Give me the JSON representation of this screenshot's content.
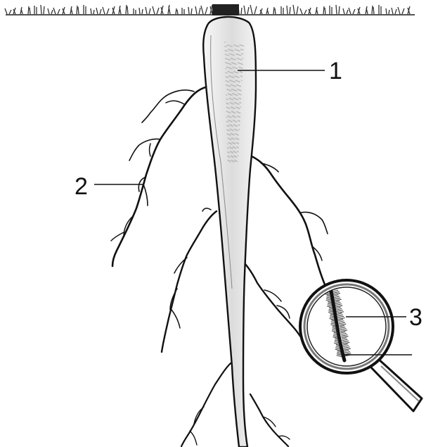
{
  "labels": {
    "one": "1",
    "two": "2",
    "three": "3"
  },
  "colors": {
    "outline": "#111111",
    "root_fill": "#f4f4f4",
    "root_shade": "#d2d2d2",
    "soil": "#222222",
    "background": "#ffffff"
  },
  "icons": {
    "magnifier": "magnifying-glass-icon"
  }
}
